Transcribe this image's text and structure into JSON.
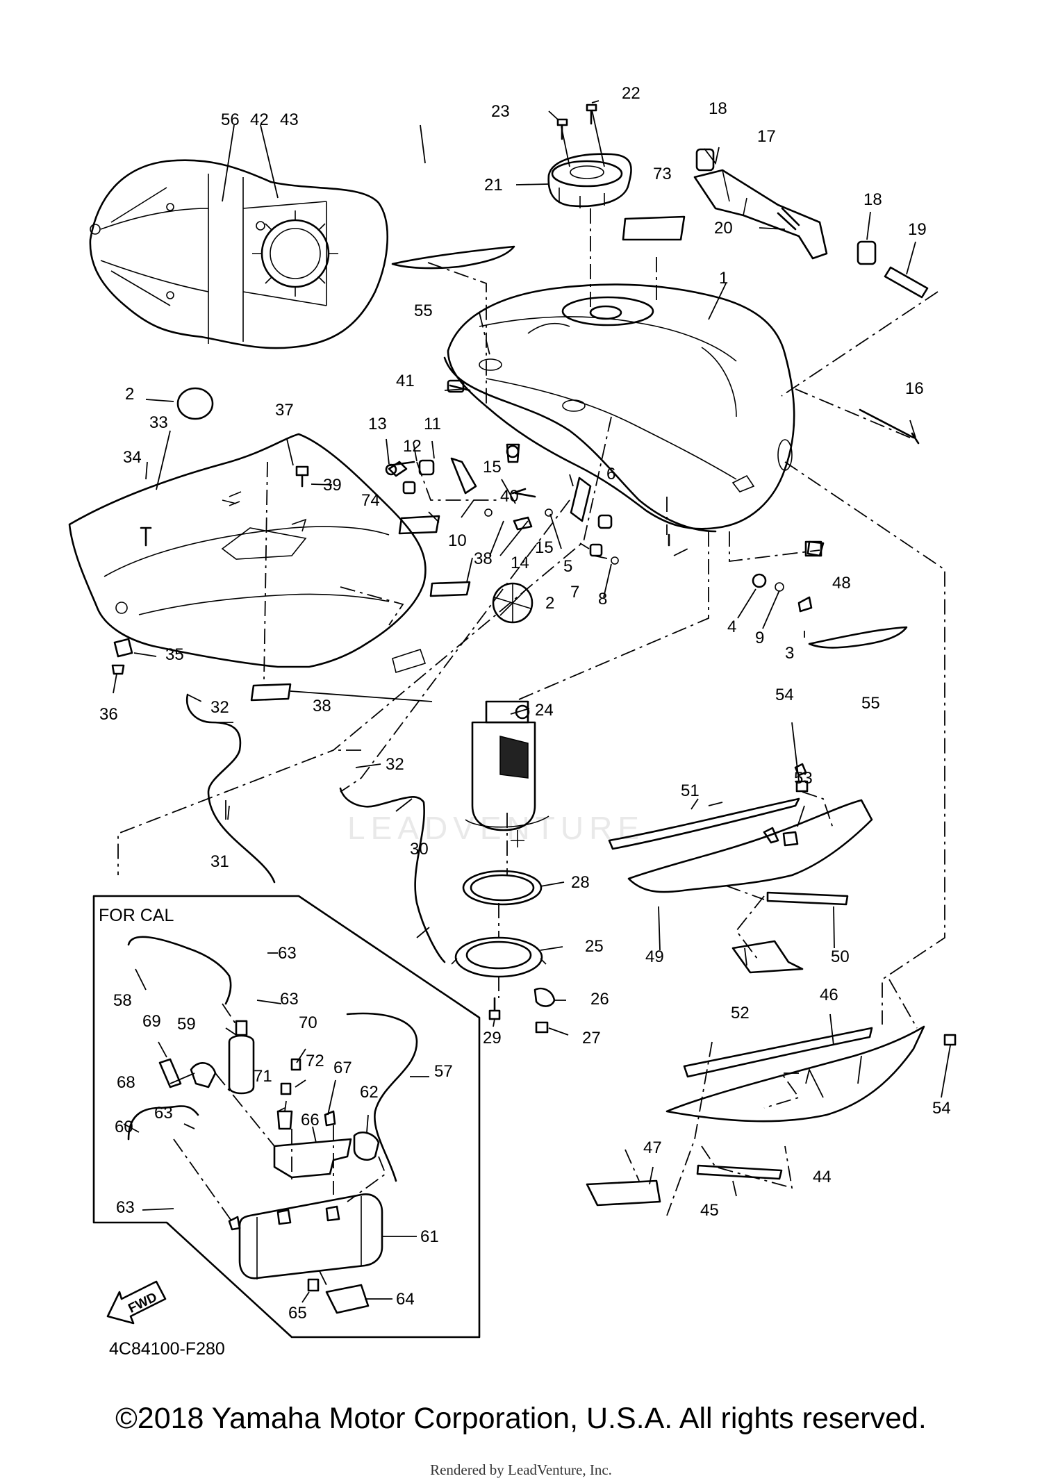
{
  "diagram": {
    "callouts": {
      "1": "1",
      "2": "2",
      "3": "3",
      "4": "4",
      "5": "5",
      "6": "6",
      "7": "7",
      "8": "8",
      "9": "9",
      "10": "10",
      "11": "11",
      "12": "12",
      "13": "13",
      "14": "14",
      "15": "15",
      "16": "16",
      "17": "17",
      "18": "18",
      "19": "19",
      "20": "20",
      "21": "21",
      "22": "22",
      "23": "23",
      "24": "24",
      "25": "25",
      "26": "26",
      "27": "27",
      "28": "28",
      "29": "29",
      "30": "30",
      "31": "31",
      "32": "32",
      "33": "33",
      "34": "34",
      "35": "35",
      "36": "36",
      "37": "37",
      "38": "38",
      "39": "39",
      "40": "40",
      "41": "41",
      "42": "42",
      "43": "43",
      "44": "44",
      "45": "45",
      "46": "46",
      "47": "47",
      "48": "48",
      "49": "49",
      "50": "50",
      "51": "51",
      "52": "52",
      "53": "53",
      "54": "54",
      "55": "55",
      "56": "56",
      "57": "57",
      "58": "58",
      "59": "59",
      "60": "60",
      "61": "61",
      "62": "62",
      "63": "63",
      "64": "64",
      "65": "65",
      "66": "66",
      "67": "67",
      "68": "68",
      "69": "69",
      "70": "70",
      "71": "71",
      "72": "72",
      "73": "73",
      "74": "74"
    },
    "inset_label": "FOR CAL",
    "fwd_label": "FWD",
    "diagram_code": "4C84100-F280",
    "watermark": "LEADVENTURE"
  },
  "footer": {
    "copyright": "©2018 Yamaha Motor Corporation, U.S.A. All rights reserved.",
    "rendered_by": "Rendered by LeadVenture, Inc."
  }
}
